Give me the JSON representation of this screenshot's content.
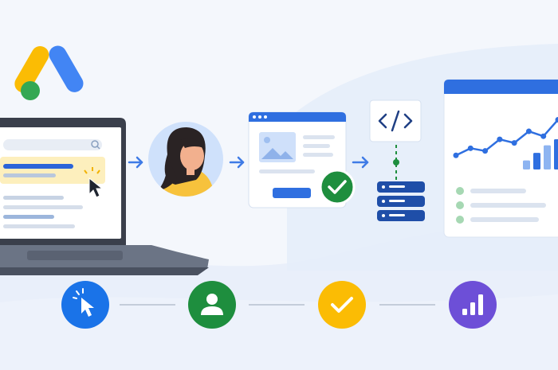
{
  "scene": {
    "brand_logo": "google-ads-logo",
    "flow": [
      {
        "step": "click-ad",
        "icon": "cursor-click-icon"
      },
      {
        "step": "user-visits",
        "icon": "user-icon"
      },
      {
        "step": "landing-page-conversion",
        "icon": "check-icon"
      },
      {
        "step": "tag-fires-to-server",
        "icon": "code-icon"
      },
      {
        "step": "reporting",
        "icon": "bar-chart-icon"
      }
    ],
    "dashboard": {
      "trend_line": [
        0.12,
        0.28,
        0.22,
        0.48,
        0.4,
        0.66,
        0.55,
        0.92
      ],
      "bars": [
        0.3,
        0.55,
        0.8,
        1.0
      ]
    }
  },
  "colors": {
    "blue": "#1a73e8",
    "green": "#1e8e3e",
    "yellow": "#fbbc04",
    "purple": "#6d4fd7",
    "navy": "#1f4ea8",
    "bg": "#f4f7fc"
  }
}
